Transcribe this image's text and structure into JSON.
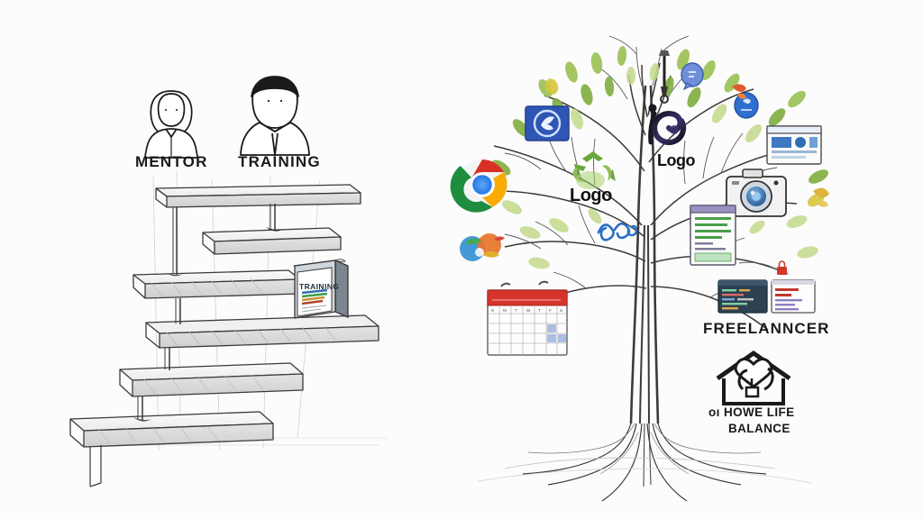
{
  "scene": {
    "title": "Mentor Training Staircase and Freelancer Skill Tree",
    "background_color": "#fcfcfc",
    "style": "hand-drawn pencil sketch infographic",
    "divider": "vertical white gap between left and right illustration"
  },
  "left_panel": {
    "name": "mentor-training-staircase",
    "figures": [
      {
        "id": "mentor",
        "icon": "female-avatar-icon",
        "label": "MENTOR"
      },
      {
        "id": "training",
        "icon": "male-avatar-icon",
        "label": "TRAINING"
      }
    ],
    "staircase": {
      "step_count": 6,
      "direction": "descending left to right then down",
      "material": "sketched wooden floating steps with thin support posts"
    },
    "book": {
      "icon": "book-icon",
      "cover_title": "TRAINING",
      "cover_lines_colors": [
        "#2f6fb0",
        "#3f9a4a",
        "#c8912a",
        "#b6452c",
        "#6b6b6b"
      ],
      "placed_on_step": 4
    },
    "ground_line": "faint horizontal baseline"
  },
  "right_panel": {
    "name": "freelancer-skill-tree",
    "labels": [
      {
        "id": "freelancer",
        "text": "FREELANNCER"
      },
      {
        "id": "balance_line1",
        "text": "oı HOWE LIFE"
      },
      {
        "id": "balance_line2",
        "text": "BALANCE"
      }
    ],
    "tree": {
      "trunk": "sketched tree trunk with many thin branches",
      "roots": "wide spreading root system at base",
      "leaf_colors": [
        "#8cb84a",
        "#b9d27a",
        "#5f9e3d",
        "#d9c23a"
      ]
    },
    "logos": [
      {
        "id": "logo-green",
        "text": "Logo",
        "mark": "green-recycle-leaf-icon",
        "color": "#6aa83c"
      },
      {
        "id": "logo-dark",
        "text": "Logo",
        "mark": "dark-swirl-io-icon",
        "color": "#1c1c28"
      }
    ],
    "icons": [
      {
        "id": "chrome",
        "name": "chrome-browser-icon",
        "colors": [
          "#d93025",
          "#1e8e3e",
          "#f9ab00",
          "#1a73e8"
        ]
      },
      {
        "id": "social-app",
        "name": "blue-social-app-icon",
        "color": "#2a5fc0"
      },
      {
        "id": "calendar",
        "name": "wall-calendar-icon",
        "header_color": "#d6342c"
      },
      {
        "id": "camera",
        "name": "photo-camera-icon",
        "lens_color": "#2f6fb0"
      },
      {
        "id": "document",
        "name": "document-form-window-icon",
        "accent": "#4a9e4a"
      },
      {
        "id": "code-card",
        "name": "code-editor-card-icon",
        "bg": "#2c4250"
      },
      {
        "id": "web-card",
        "name": "webpage-card-icon",
        "accent": "#c0392b"
      },
      {
        "id": "dashboard",
        "name": "dashboard-window-icon",
        "accent": "#2f6fb0"
      },
      {
        "id": "color-cluster",
        "name": "colorful-app-cluster-icon",
        "colors": [
          "#e8732a",
          "#2f8fd0",
          "#e0b02a"
        ]
      },
      {
        "id": "wave-mark",
        "name": "blue-wave-logo-icon",
        "color": "#2a6fc4"
      },
      {
        "id": "pen-tool",
        "name": "pen-tool-icon",
        "color": "#222222"
      },
      {
        "id": "chat-bubble",
        "name": "chat-bubble-icon",
        "color": "#2a5fc0"
      },
      {
        "id": "tag-icon",
        "name": "orange-tag-icon",
        "color": "#e05a2b"
      }
    ],
    "home_balance": {
      "icon": "house-with-heart-and-hand-icon",
      "shape": "house outline with heart and hand inside"
    }
  }
}
